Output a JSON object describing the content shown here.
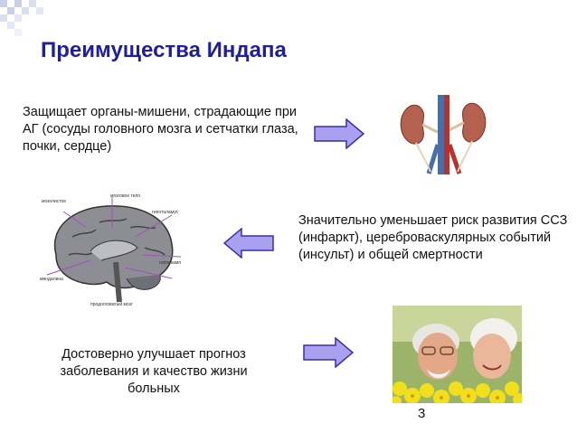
{
  "slide": {
    "title": "Преимущества Индапа",
    "page_number": "3"
  },
  "items": [
    {
      "text": "Защищает органы-мишени, страдающие при АГ (сосуды головного мозга и сетчатки глаза, почки, сердце)",
      "image": "kidneys-illustration",
      "arrow_direction": "right"
    },
    {
      "text": "Значительно уменьшает риск развития ССЗ (инфаркт), цереброваскулярных событий (инсульт) и общей смертности",
      "image": "brain-illustration",
      "arrow_direction": "left"
    },
    {
      "text": "Достоверно улучшает прогноз заболевания и качество жизни больных",
      "image": "elderly-couple-photo",
      "arrow_direction": "right"
    }
  ],
  "colors": {
    "title": "#1e1ea0",
    "arrow_fill": "#a9a0f0",
    "arrow_stroke": "#3a2fa8",
    "deco_square": "#9fa9d8"
  }
}
